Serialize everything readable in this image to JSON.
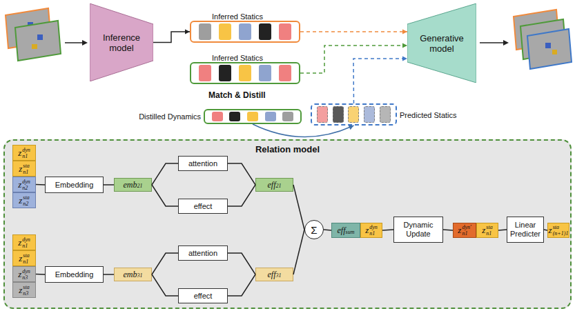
{
  "diagram": {
    "nodes": [
      {
        "text": [
          "Inference model"
        ]
      },
      {
        "text": [
          "Inferred Statics"
        ]
      },
      {
        "text": [
          "Inferred Statics"
        ]
      },
      {
        "text": [
          "Distilled Dynamics"
        ]
      },
      {
        "text": [
          "Predicted Statics"
        ]
      },
      {
        "text": [
          "Generative model"
        ]
      },
      {
        "text": [
          "Relation model"
        ]
      },
      {
        "text": [
          "z",
          "dyn",
          "n1"
        ],
        "in": 6
      },
      {
        "text": [
          "z",
          "sta",
          "n1"
        ],
        "in": 6
      },
      {
        "text": [
          "z",
          "dyn",
          "n2"
        ],
        "in": 6
      },
      {
        "text": [
          "z",
          "sta",
          "n2"
        ],
        "in": 6
      },
      {
        "text": [
          "Embedding"
        ],
        "in": 6
      },
      {
        "text": [
          "emb",
          "21"
        ],
        "in": 6
      },
      {
        "text": [
          "attention"
        ],
        "in": 6
      },
      {
        "text": [
          "effect"
        ],
        "in": 6
      },
      {
        "text": [
          "eff",
          "21"
        ],
        "in": 6
      },
      {
        "text": [
          "z",
          "dyn",
          "n1"
        ],
        "in": 6
      },
      {
        "text": [
          "z",
          "sta",
          "n1"
        ],
        "in": 6
      },
      {
        "text": [
          "z",
          "dyn",
          "n3"
        ],
        "in": 6
      },
      {
        "text": [
          "z",
          "sta",
          "n3"
        ],
        "in": 6
      },
      {
        "text": [
          "Embedding"
        ],
        "in": 6
      },
      {
        "text": [
          "emb",
          "31"
        ],
        "in": 6
      },
      {
        "text": [
          "attention"
        ],
        "in": 6
      },
      {
        "text": [
          "effect"
        ],
        "in": 6
      },
      {
        "text": [
          "eff",
          "31"
        ],
        "in": 6
      },
      {
        "text": [
          "Σ"
        ],
        "in": 6
      },
      {
        "text": [
          "eff",
          "sum"
        ],
        "in": 6
      },
      {
        "text": [
          "z",
          "dyn",
          "n1"
        ],
        "in": 6
      },
      {
        "text": [
          "Dynamic Update"
        ],
        "in": 6
      },
      {
        "text": [
          "z",
          "dyn'",
          "n1"
        ],
        "in": 6
      },
      {
        "text": [
          "z",
          "sta",
          "n1"
        ],
        "in": 6
      },
      {
        "text": [
          "Linear Predicter"
        ],
        "in": 6
      },
      {
        "text": [
          "z",
          "sta",
          "(n+1)1"
        ],
        "in": 6
      }
    ],
    "edges": [
      {
        "from": 0,
        "to": 1,
        "arrow": "to"
      },
      {
        "from": 1,
        "to": 5,
        "arrow": "to"
      },
      {
        "from": 2,
        "to": 5,
        "arrow": "to"
      },
      {
        "from": 3,
        "to": 4,
        "arrow": "to"
      },
      {
        "from": 4,
        "to": 5,
        "arrow": "to"
      },
      {
        "from": 9,
        "to": 11,
        "arrow": "none"
      },
      {
        "from": 11,
        "to": 12,
        "arrow": "none"
      },
      {
        "from": 12,
        "to": 13,
        "arrow": "none"
      },
      {
        "from": 12,
        "to": 14,
        "arrow": "none"
      },
      {
        "from": 13,
        "to": 15,
        "arrow": "none"
      },
      {
        "from": 14,
        "to": 15,
        "arrow": "none"
      },
      {
        "from": 15,
        "to": 25,
        "arrow": "none"
      },
      {
        "from": 18,
        "to": 20,
        "arrow": "none"
      },
      {
        "from": 20,
        "to": 21,
        "arrow": "none"
      },
      {
        "from": 21,
        "to": 22,
        "arrow": "none"
      },
      {
        "from": 21,
        "to": 23,
        "arrow": "none"
      },
      {
        "from": 22,
        "to": 24,
        "arrow": "none"
      },
      {
        "from": 23,
        "to": 24,
        "arrow": "none"
      },
      {
        "from": 24,
        "to": 25,
        "arrow": "none"
      },
      {
        "from": 25,
        "to": 26,
        "arrow": "none"
      },
      {
        "from": 27,
        "to": 28,
        "arrow": "none"
      },
      {
        "from": 28,
        "to": 29,
        "arrow": "none"
      },
      {
        "from": 30,
        "to": 31,
        "arrow": "none"
      },
      {
        "from": 31,
        "to": 32,
        "arrow": "none"
      }
    ],
    "labels": [
      "Match & Distill"
    ]
  }
}
